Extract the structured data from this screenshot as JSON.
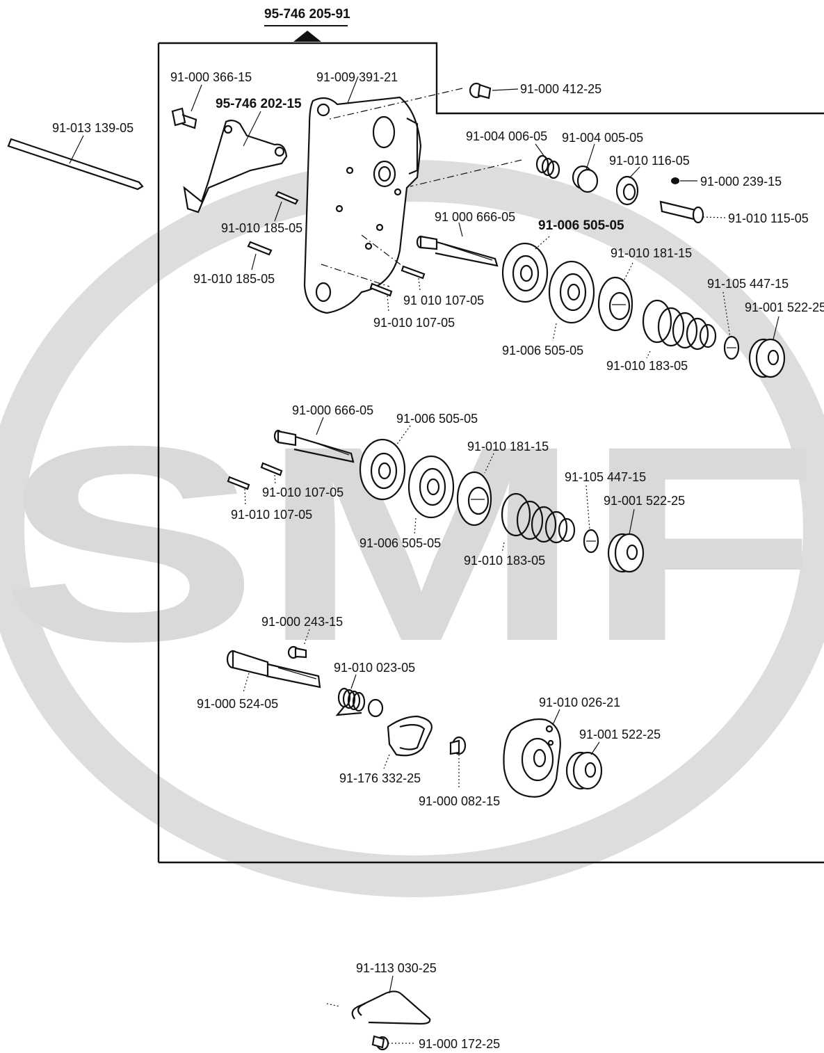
{
  "title": "95-746 205-91",
  "watermark": {
    "text": "SMF",
    "color": "#d9d9d9"
  },
  "labels": {
    "l_366": "91-000 366-15",
    "l_202": "95-746 202-15",
    "l_391": "91-009 391-21",
    "l_412": "91-000 412-25",
    "l_139": "91-013 139-05",
    "l_006": "91-004 006-05",
    "l_005": "91-004 005-05",
    "l_116": "91-010 116-05",
    "l_239": "91-000 239-15",
    "l_115": "91-010 115-05",
    "l_185a": "91-010 185-05",
    "l_185b": "91-010 185-05",
    "l_666a": "91 000 666-05",
    "l_505a": "91-006 505-05",
    "l_181a": "91-010 181-15",
    "l_447a": "91-105 447-15",
    "l_522a": "91-001 522-25",
    "l_107a": "91 010 107-05",
    "l_107b": "91-010 107-05",
    "l_505b": "91-006 505-05",
    "l_183a": "91-010 183-05",
    "l_666b": "91-000 666-05",
    "l_505c": "91-006 505-05",
    "l_181b": "91-010 181-15",
    "l_447b": "91-105 447-15",
    "l_522b": "91-001 522-25",
    "l_107c": "91-010 107-05",
    "l_107d": "91-010 107-05",
    "l_505d": "91-006 505-05",
    "l_183b": "91-010 183-05",
    "l_243": "91-000 243-15",
    "l_023": "91-010 023-05",
    "l_524": "91-000 524-05",
    "l_026": "91-010 026-21",
    "l_522c": "91-001 522-25",
    "l_332": "91-176 332-25",
    "l_082": "91-000 082-15",
    "l_030": "91-113 030-25",
    "l_172": "91-000 172-25"
  }
}
